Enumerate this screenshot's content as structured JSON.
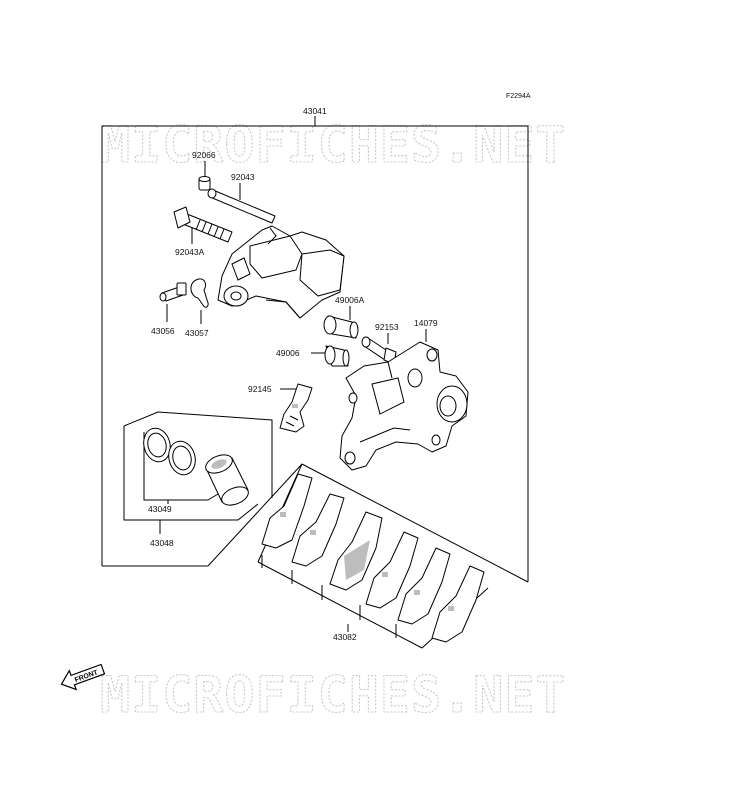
{
  "diagram": {
    "figure_code": "F2294A",
    "watermark_top": "MICROFICHES.NET",
    "watermark_bottom": "MICROFICHES.NET",
    "front_label": "FRONT",
    "parts": {
      "p43041": "43041",
      "p92066": "92066",
      "p92043": "92043",
      "p92043A": "92043A",
      "p43056": "43056",
      "p43057": "43057",
      "p49006A": "49006A",
      "p92153": "92153",
      "p14079": "14079",
      "p49006": "49006",
      "p92145": "92145",
      "p43049": "43049",
      "p43048": "43048",
      "p43082": "43082"
    }
  }
}
